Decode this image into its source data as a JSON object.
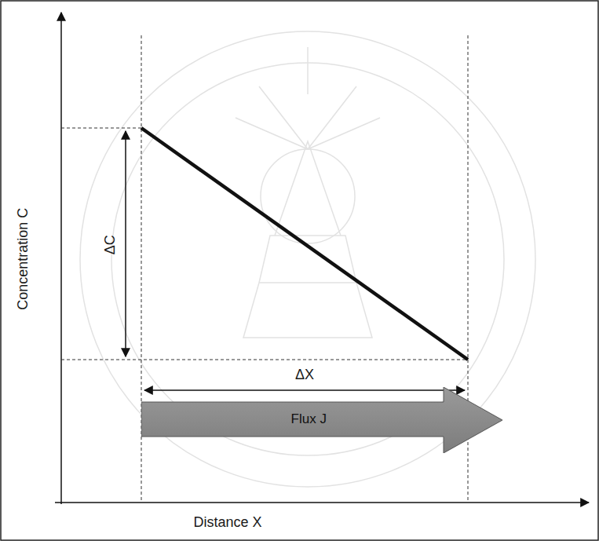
{
  "diagram": {
    "nodes": [
      {
        "text": [
          "Flux J"
        ]
      }
    ],
    "labels": [
      "Concentration C",
      "ΔC",
      "ΔX",
      "Distance X"
    ]
  }
}
